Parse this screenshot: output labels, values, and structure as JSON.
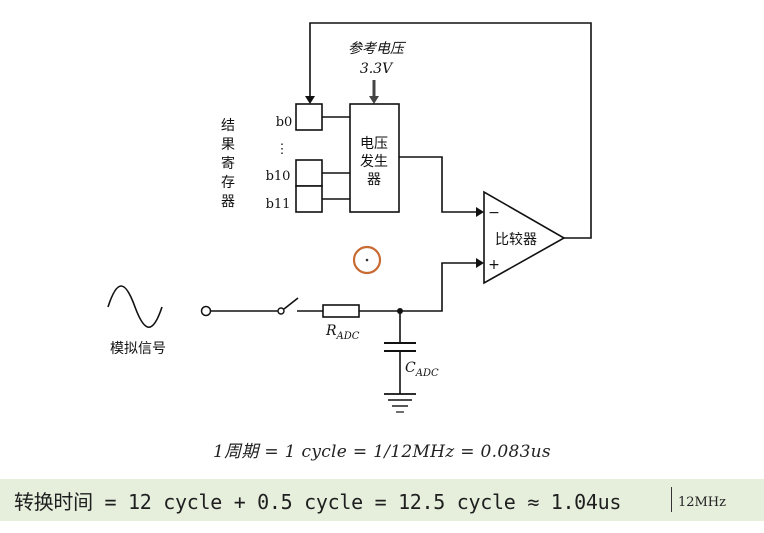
{
  "reference": {
    "title": "参考电压",
    "value": "3.3V"
  },
  "register": {
    "label_chars": [
      "结",
      "果",
      "寄",
      "存",
      "器"
    ],
    "bits": [
      "b0",
      "⋮",
      "b10",
      "b11"
    ]
  },
  "generator": {
    "label_lines": [
      "电压",
      "发生",
      "器"
    ]
  },
  "comparator": {
    "label": "比较器",
    "minus": "−",
    "plus": "+"
  },
  "signal": {
    "label": "模拟信号"
  },
  "components": {
    "resistor": "R",
    "resistor_subscript": "ADC",
    "capacitor": "C",
    "capacitor_subscript": "ADC"
  },
  "formulas": {
    "cycle": "1周期 = 1 cycle = 1/12MHz = 0.083us",
    "conversion": "转换时间 = 12 cycle + 0.5 cycle = 12.5 cycle ≈ 1.04us",
    "clock": "12MHz"
  },
  "colors": {
    "cursor": "#c96a32",
    "band": "#e6efdc"
  }
}
